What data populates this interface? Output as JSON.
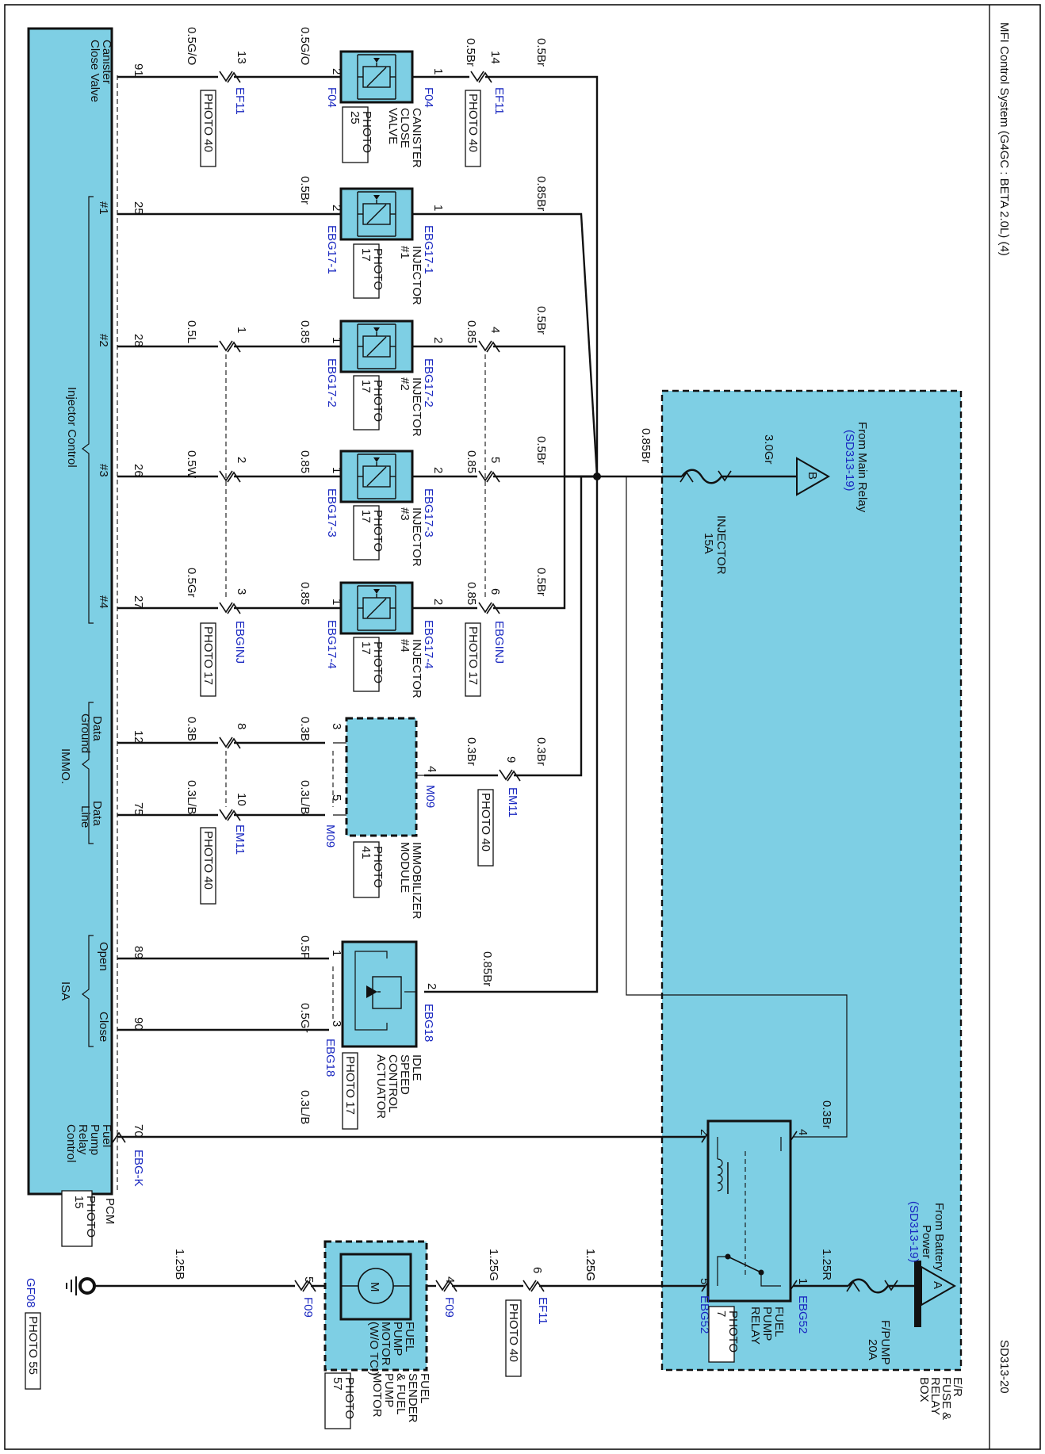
{
  "header": {
    "title": "MFI Control System (G4GC : BETA 2.0L) (4)",
    "code": "SD313-20"
  },
  "fuse_box": {
    "label": [
      "E/R",
      "FUSE &",
      "RELAY",
      "BOX"
    ]
  },
  "sources": {
    "main_relay": {
      "lines": [
        "From Main Relay"
      ],
      "ref": "(SD313-19)",
      "letter": "B",
      "wire": "3.0Gr"
    },
    "battery": {
      "lines": [
        "From Battery",
        "Power"
      ],
      "ref": "(SD313-19)",
      "letter": "A"
    }
  },
  "fuses": {
    "injector": {
      "lines": [
        "INJECTOR",
        "15A"
      ]
    },
    "fpump": {
      "lines": [
        "F/PUMP",
        "20A"
      ]
    }
  },
  "pcm": {
    "label": "PCM",
    "photo": [
      "PHOTO",
      "15"
    ],
    "connector": "EBG-K",
    "groups": {
      "injector": "Injector Control",
      "immo": "IMMO.",
      "isa": "ISA"
    },
    "pins": [
      {
        "num": "91",
        "label": [
          "Canister",
          "Close Valve"
        ]
      },
      {
        "num": "25",
        "label": [
          "#1"
        ]
      },
      {
        "num": "28",
        "label": [
          "#2"
        ]
      },
      {
        "num": "26",
        "label": [
          "#3"
        ]
      },
      {
        "num": "27",
        "label": [
          "#4"
        ]
      },
      {
        "num": "12",
        "label": [
          "Data",
          "Ground"
        ]
      },
      {
        "num": "75",
        "label": [
          "Data",
          "Line"
        ]
      },
      {
        "num": "89",
        "label": [
          "Open"
        ]
      },
      {
        "num": "90",
        "label": [
          "Close"
        ]
      },
      {
        "num": "70",
        "label": [
          "Fuel",
          "Pump",
          "Relay",
          "Control"
        ]
      }
    ]
  },
  "canister": {
    "name": [
      "CANISTER",
      "CLOSE",
      "VALVE"
    ],
    "photo": [
      "PHOTO",
      "25"
    ],
    "pin_pwr": "1",
    "pin_pcm": "2",
    "conn_pwr": "F04",
    "conn_pcm": "F04",
    "ef_pwr": {
      "pin": "14",
      "conn": "EF11",
      "photo": "PHOTO 40"
    },
    "ef_pcm": {
      "pin": "13",
      "conn": "EF11",
      "photo": "PHOTO 40"
    },
    "wires": {
      "pwr_a": "0.5Br",
      "pwr_b": "0.5Br",
      "pcm_a": "0.5G/O",
      "pcm_b": "0.5G/O"
    }
  },
  "injectors": [
    {
      "name": [
        "INJECTOR",
        "#1"
      ],
      "photo": [
        "PHOTO",
        "17"
      ],
      "conn_pwr": "EBG17-1",
      "conn_pcm": "EBG17-1",
      "pin_pwr": "1",
      "pin_pcm": "2",
      "w_pwr": "0.85Br",
      "w_pcm": "0.5Br"
    },
    {
      "name": [
        "INJECTOR",
        "#2"
      ],
      "photo": [
        "PHOTO",
        "17"
      ],
      "conn_pwr": "EBG17-2",
      "conn_pcm": "EBG17-2",
      "pin_pwr": "2",
      "pin_pcm": "1",
      "w_pwr": "0.85",
      "w_pwr2": "0.5Br",
      "ebginj_pwr": "4",
      "w_pcm": "0.85",
      "w_pcm2": "0.5L",
      "ebginj_pcm": "1"
    },
    {
      "name": [
        "INJECTOR",
        "#3"
      ],
      "photo": [
        "PHOTO",
        "17"
      ],
      "conn_pwr": "EBG17-3",
      "conn_pcm": "EBG17-3",
      "pin_pwr": "2",
      "pin_pcm": "1",
      "w_pwr": "0.85",
      "w_pwr2": "0.5Br",
      "ebginj_pwr": "5",
      "w_pcm": "0.85",
      "w_pcm2": "0.5W",
      "ebginj_pcm": "2"
    },
    {
      "name": [
        "INJECTOR",
        "#4"
      ],
      "photo": [
        "PHOTO",
        "17"
      ],
      "conn_pwr": "EBG17-4",
      "conn_pcm": "EBG17-4",
      "pin_pwr": "2",
      "pin_pcm": "1",
      "w_pwr": "0.85",
      "w_pwr2": "0.5Br",
      "ebginj_pwr": "6",
      "w_pcm": "0.85",
      "w_pcm2": "0.5Gr",
      "ebginj_pcm": "3"
    }
  ],
  "ebginj": {
    "conn": "EBGINJ",
    "photo": "PHOTO 17"
  },
  "splice_wire": "0.85Br",
  "immobilizer": {
    "name": [
      "IMMOBILIZER",
      "MODULE"
    ],
    "photo": [
      "PHOTO",
      "41"
    ],
    "conn": "M09",
    "pin_pwr": "4",
    "pin_gnd": "3",
    "pin_data": "5",
    "em_pwr": {
      "pin": "9",
      "conn": "EM11",
      "photo": "PHOTO 40"
    },
    "em_gnd": {
      "pin": "8"
    },
    "em_data": {
      "pin": "10",
      "conn": "EM11",
      "photo": "PHOTO 40"
    },
    "wires": {
      "pwr_a": "0.3Br",
      "pwr_b": "0.3Br",
      "gnd_a": "0.3B",
      "gnd_b": "0.3B",
      "data_a": "0.3L/B",
      "data_b": "0.3L/B"
    }
  },
  "isa": {
    "name": [
      "IDLE",
      "SPEED",
      "CONTROL",
      "ACTUATOR"
    ],
    "photo": "PHOTO 17",
    "conn": "EBG18",
    "conn2": "EBG18",
    "pin_pwr": "2",
    "pin_open": "1",
    "pin_close": "3",
    "wires": {
      "pwr": "0.85Br",
      "open": "0.5P",
      "close": "0.5Gr"
    }
  },
  "relay": {
    "name": [
      "FUEL",
      "PUMP",
      "RELAY"
    ],
    "photo": [
      "PHOTO",
      "7"
    ],
    "conn": "EBG52",
    "conn2": "EBG52",
    "pin4": "4",
    "pin2": "2",
    "pin1": "1",
    "pin5": "5",
    "wires": {
      "coil_in": "0.3Br",
      "coil_out": "0.3L/B",
      "in": "1.25R",
      "out": "1.25G"
    }
  },
  "fuel_pump": {
    "motor": [
      "FUEL",
      "PUMP",
      "MOTOR",
      "(W/O TCI)"
    ],
    "motor_symbol": "M",
    "sender": [
      "FUEL",
      "SENDER",
      "& FUEL",
      "PUMP",
      "MOTOR"
    ],
    "photo": [
      "PHOTO",
      "57"
    ],
    "conn": "F09",
    "conn2": "F09",
    "pin_in": "4",
    "pin_out": "5",
    "ef": {
      "pin": "6",
      "conn": "EF11",
      "photo": "PHOTO 40"
    },
    "wires": {
      "in_a": "1.25G",
      "in_b": "1.25G",
      "gnd": "1.25B"
    }
  },
  "ground": {
    "conn": "GF08",
    "photo": "PHOTO 55"
  }
}
